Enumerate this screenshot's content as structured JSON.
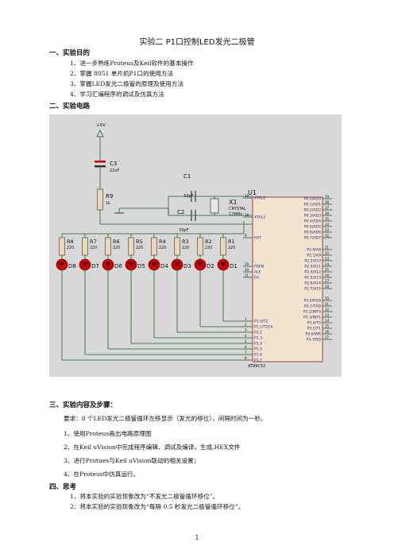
{
  "title": "实验二   P1口控制LED发光二极管",
  "sections": [
    {
      "heading": "一、实验目的",
      "items": [
        "1、进一步熟练Proteus及Keil软件的基本操作",
        "2、掌握 8051 单片机P1口的使用方法",
        "3、掌握LED发光二极管的原理及使用方法",
        "4、学习汇编程序的调试及仿真方法"
      ]
    },
    {
      "heading": "二、实验电路"
    },
    {
      "heading": "三、实验内容及步骤：",
      "items": [
        "要求：8 个LED发光二极管循环左移显示（发光的移位），间隔时间为一秒。",
        "1、使用Proteus画出电路原理图",
        "2、在Keil uVision中完成程序编辑、调试及编译，生成.HEX文件",
        "3、进行Protues与Keil uVision联动的相关设置；",
        "4、在Proteus中仿真运行。"
      ]
    },
    {
      "heading": "四、思考",
      "items": [
        "1、将本实验的实验现象改为“不发光二极管循环移位”。",
        "2、将本实验的实验现象改为“每隔 0.5 秒发光二极管循环移位”。"
      ]
    }
  ],
  "page_number": "1",
  "circuit": {
    "supply": "+5V",
    "c3": {
      "ref": "C3",
      "value": "22uF"
    },
    "r9": {
      "ref": "R9",
      "value": "1k"
    },
    "c1": {
      "ref": "C1",
      "value": "33pF"
    },
    "c2": {
      "ref": "C2",
      "value": "33pF"
    },
    "x1": {
      "ref": "X1",
      "type": "CRYSTAL",
      "value": "12MHz"
    },
    "u1": {
      "ref": "U1",
      "part": "AT89C52"
    },
    "resistors": [
      {
        "ref": "R8",
        "value": "220"
      },
      {
        "ref": "R7",
        "value": "220"
      },
      {
        "ref": "R6",
        "value": "220"
      },
      {
        "ref": "R5",
        "value": "220"
      },
      {
        "ref": "R4",
        "value": "220"
      },
      {
        "ref": "R3",
        "value": "220"
      },
      {
        "ref": "R2",
        "value": "220"
      },
      {
        "ref": "R1",
        "value": "220"
      }
    ],
    "leds": [
      "D8",
      "D7",
      "D6",
      "D5",
      "D4",
      "D3",
      "D2",
      "D1"
    ],
    "left_pins": [
      {
        "num": "19",
        "name": "XTAL1"
      },
      {
        "num": "18",
        "name": "XTAL2"
      },
      {
        "num": "9",
        "name": "RST"
      },
      {
        "num": "29",
        "name": "PSEN"
      },
      {
        "num": "30",
        "name": "ALE"
      },
      {
        "num": "31",
        "name": "EA"
      },
      {
        "num": "1",
        "name": "P1.0/T2"
      },
      {
        "num": "2",
        "name": "P1.1/T2EX"
      },
      {
        "num": "3",
        "name": "P1.2"
      },
      {
        "num": "4",
        "name": "P1.3"
      },
      {
        "num": "5",
        "name": "P1.4"
      },
      {
        "num": "6",
        "name": "P1.5"
      },
      {
        "num": "7",
        "name": "P1.6"
      },
      {
        "num": "8",
        "name": "P1.7"
      }
    ],
    "right_pins": [
      {
        "num": "39",
        "name": "P0.0/AD0"
      },
      {
        "num": "38",
        "name": "P0.1/AD1"
      },
      {
        "num": "37",
        "name": "P0.2/AD2"
      },
      {
        "num": "36",
        "name": "P0.3/AD3"
      },
      {
        "num": "35",
        "name": "P0.4/AD4"
      },
      {
        "num": "34",
        "name": "P0.5/AD5"
      },
      {
        "num": "33",
        "name": "P0.6/AD6"
      },
      {
        "num": "32",
        "name": "P0.7/AD7"
      },
      {
        "num": "21",
        "name": "P2.0/A8"
      },
      {
        "num": "22",
        "name": "P2.1/A9"
      },
      {
        "num": "23",
        "name": "P2.2/A10"
      },
      {
        "num": "24",
        "name": "P2.3/A11"
      },
      {
        "num": "25",
        "name": "P2.4/A12"
      },
      {
        "num": "26",
        "name": "P2.5/A13"
      },
      {
        "num": "27",
        "name": "P2.6/A14"
      },
      {
        "num": "28",
        "name": "P2.7/A15"
      },
      {
        "num": "10",
        "name": "P3.0/RXD"
      },
      {
        "num": "11",
        "name": "P3.1/TXD"
      },
      {
        "num": "12",
        "name": "P3.2/INT0"
      },
      {
        "num": "13",
        "name": "P3.3/INT1"
      },
      {
        "num": "14",
        "name": "P3.4/T0"
      },
      {
        "num": "15",
        "name": "P3.5/T1"
      },
      {
        "num": "16",
        "name": "P3.6/WR"
      },
      {
        "num": "17",
        "name": "P3.7/RD"
      }
    ],
    "colors": {
      "background": "#d8d8d8",
      "wire": "#1f5f2f",
      "chip_fill": "#f2e4cf",
      "chip_border": "#8b1a1a",
      "led": "#c80000",
      "resistor": "#e8d8b8"
    }
  }
}
